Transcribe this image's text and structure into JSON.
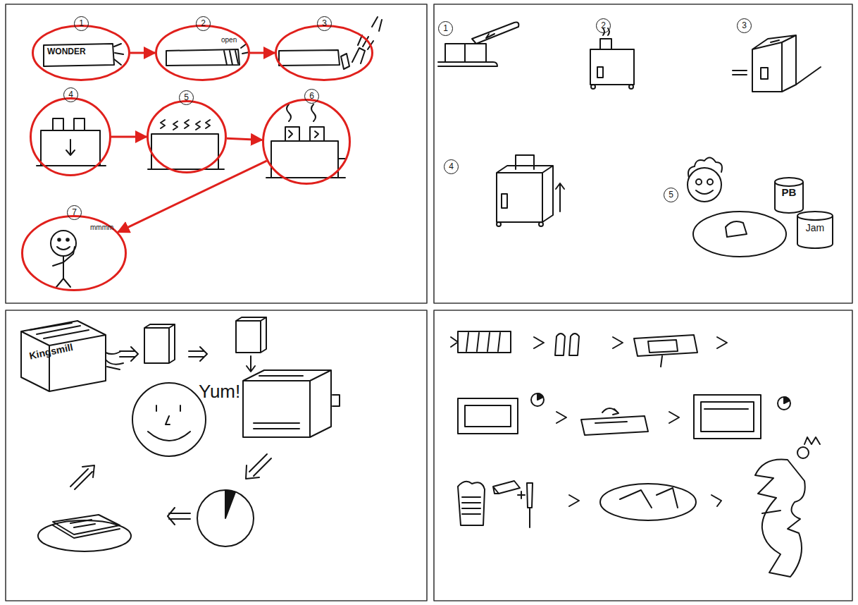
{
  "diagram": {
    "nodes": [
      {
        "text": [
          "1",
          "WONDER"
        ]
      },
      {
        "text": [
          "2",
          "open"
        ]
      },
      {
        "text": [
          "3"
        ]
      },
      {
        "text": [
          "4"
        ]
      },
      {
        "text": [
          "5"
        ]
      },
      {
        "text": [
          "6"
        ]
      },
      {
        "text": [
          "7",
          "mmmm"
        ]
      },
      {
        "text": [
          "PB"
        ]
      },
      {
        "text": [
          "Jam"
        ]
      }
    ],
    "edges": [
      {
        "from": 0,
        "to": 1,
        "arrow": "to"
      },
      {
        "from": 1,
        "to": 2,
        "arrow": "to"
      },
      {
        "from": 3,
        "to": 4,
        "arrow": "to"
      },
      {
        "from": 4,
        "to": 5,
        "arrow": "to"
      },
      {
        "from": 5,
        "to": 6,
        "arrow": "to"
      }
    ],
    "labels": [
      "1",
      "2",
      "3",
      "4",
      "5",
      "Kingsmill",
      "Yum!"
    ]
  }
}
